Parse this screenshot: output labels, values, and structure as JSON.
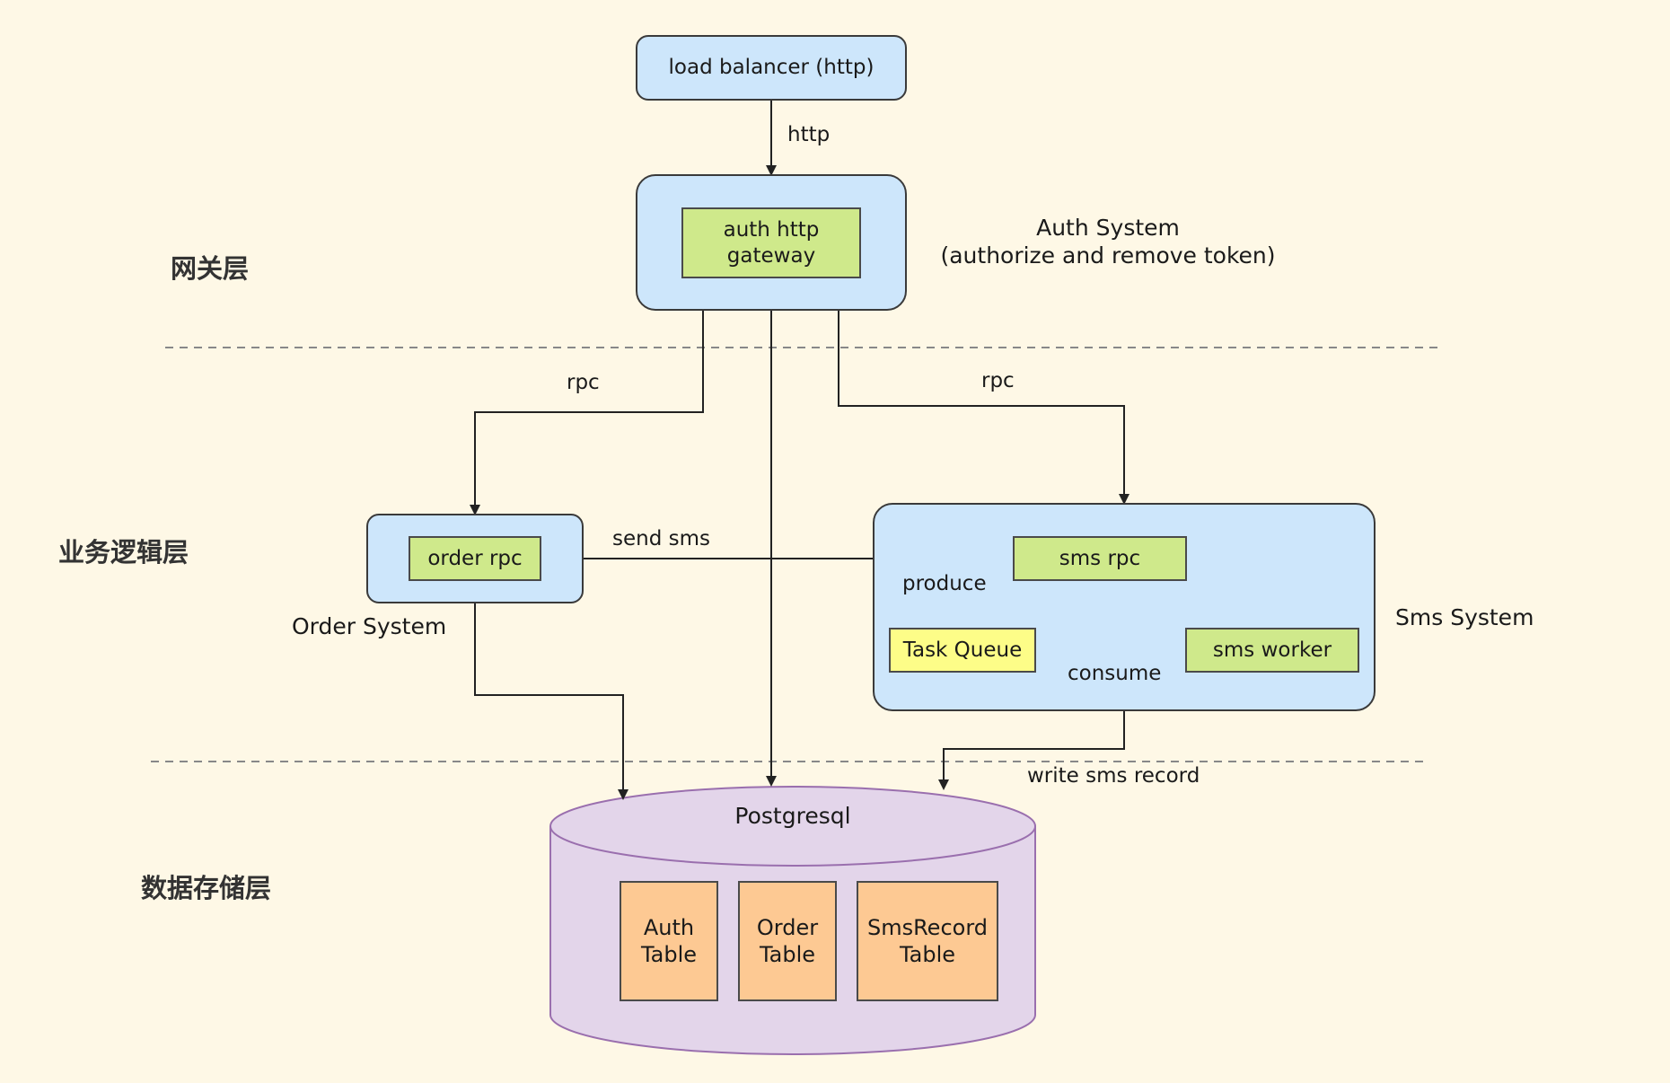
{
  "layers": {
    "gateway": "网关层",
    "business": "业务逻辑层",
    "storage": "数据存储层"
  },
  "nodes": {
    "load_balancer": "load balancer (http)",
    "auth_gateway": "auth http\ngateway",
    "order_rpc": "order rpc",
    "sms_rpc": "sms rpc",
    "task_queue": "Task Queue",
    "sms_worker": "sms worker",
    "postgresql": "Postgresql",
    "auth_table": "Auth\nTable",
    "order_table": "Order\nTable",
    "smsrecord_table": "SmsRecord\nTable"
  },
  "systems": {
    "auth": "Auth System\n(authorize and remove token)",
    "order": "Order System",
    "sms": "Sms System"
  },
  "edges": {
    "http": "http",
    "rpc_left": "rpc",
    "rpc_right": "rpc",
    "send_sms": "send sms",
    "produce": "produce",
    "consume": "consume",
    "write_sms_record": "write sms record"
  },
  "colors": {
    "background": "#fef8e6",
    "system_box": "#cde6fb",
    "service_box": "#cfe98b",
    "queue_box": "#fdfd88",
    "table_box": "#fdc993",
    "database": "#e3d5ea"
  }
}
